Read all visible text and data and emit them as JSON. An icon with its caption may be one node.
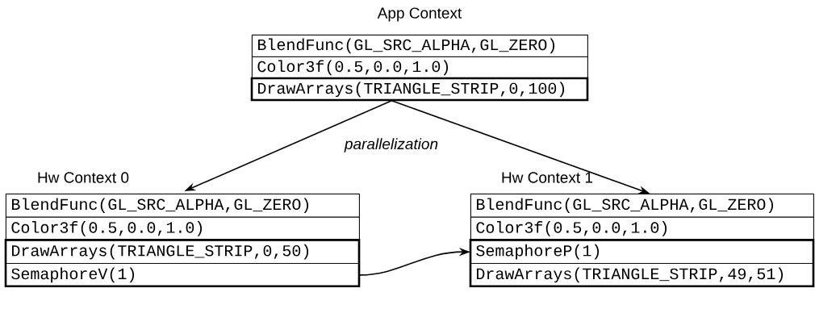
{
  "diagram": {
    "nodes": [
      {
        "text": [
          "App Context"
        ]
      },
      {
        "text": [
          "BlendFunc(GL_SRC_ALPHA,GL_ZERO)"
        ],
        "in": 0
      },
      {
        "text": [
          "Color3f(0.5,0.0,1.0)"
        ],
        "in": 0
      },
      {
        "text": [
          "DrawArrays(TRIANGLE_STRIP,0,100)"
        ],
        "in": 0
      },
      {
        "text": [
          "Hw Context 0"
        ]
      },
      {
        "text": [
          "BlendFunc(GL_SRC_ALPHA,GL_ZERO)"
        ],
        "in": 4
      },
      {
        "text": [
          "Color3f(0.5,0.0,1.0)"
        ],
        "in": 4
      },
      {
        "text": [
          "DrawArrays(TRIANGLE_STRIP,0,50)"
        ],
        "in": 4
      },
      {
        "text": [
          "SemaphoreV(1)"
        ],
        "in": 4
      },
      {
        "text": [
          "Hw Context 1"
        ]
      },
      {
        "text": [
          "BlendFunc(GL_SRC_ALPHA,GL_ZERO)"
        ],
        "in": 9
      },
      {
        "text": [
          "Color3f(0.5,0.0,1.0)"
        ],
        "in": 9
      },
      {
        "text": [
          "SemaphoreP(1)"
        ],
        "in": 9
      },
      {
        "text": [
          "DrawArrays(TRIANGLE_STRIP,49,51)"
        ],
        "in": 9
      }
    ],
    "edges": [
      {
        "from": 0,
        "to": 4,
        "arrow": "to"
      },
      {
        "from": 0,
        "to": 9,
        "arrow": "to"
      },
      {
        "from": 8,
        "to": 12,
        "arrow": "to"
      }
    ],
    "labels": [
      "parallelization"
    ]
  }
}
